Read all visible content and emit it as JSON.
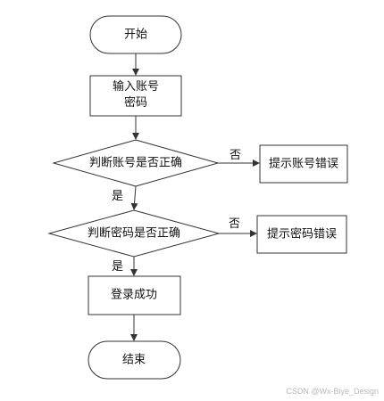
{
  "flowchart": {
    "start": "开始",
    "input": [
      "输入账号",
      "密码"
    ],
    "check_account": "判断账号是否正确",
    "account_error": "提示账号错误",
    "check_password": "判断密码是否正确",
    "password_error": "提示密码错误",
    "login_success": "登录成功",
    "end": "结束",
    "yes_label_1": "是",
    "no_label_1": "否",
    "yes_label_2": "是",
    "no_label_2": "否"
  },
  "watermark": "CSDN @Wx-Biye_Design",
  "colors": {
    "stroke": "#333333",
    "text": "#111111",
    "background": "#ffffff"
  }
}
